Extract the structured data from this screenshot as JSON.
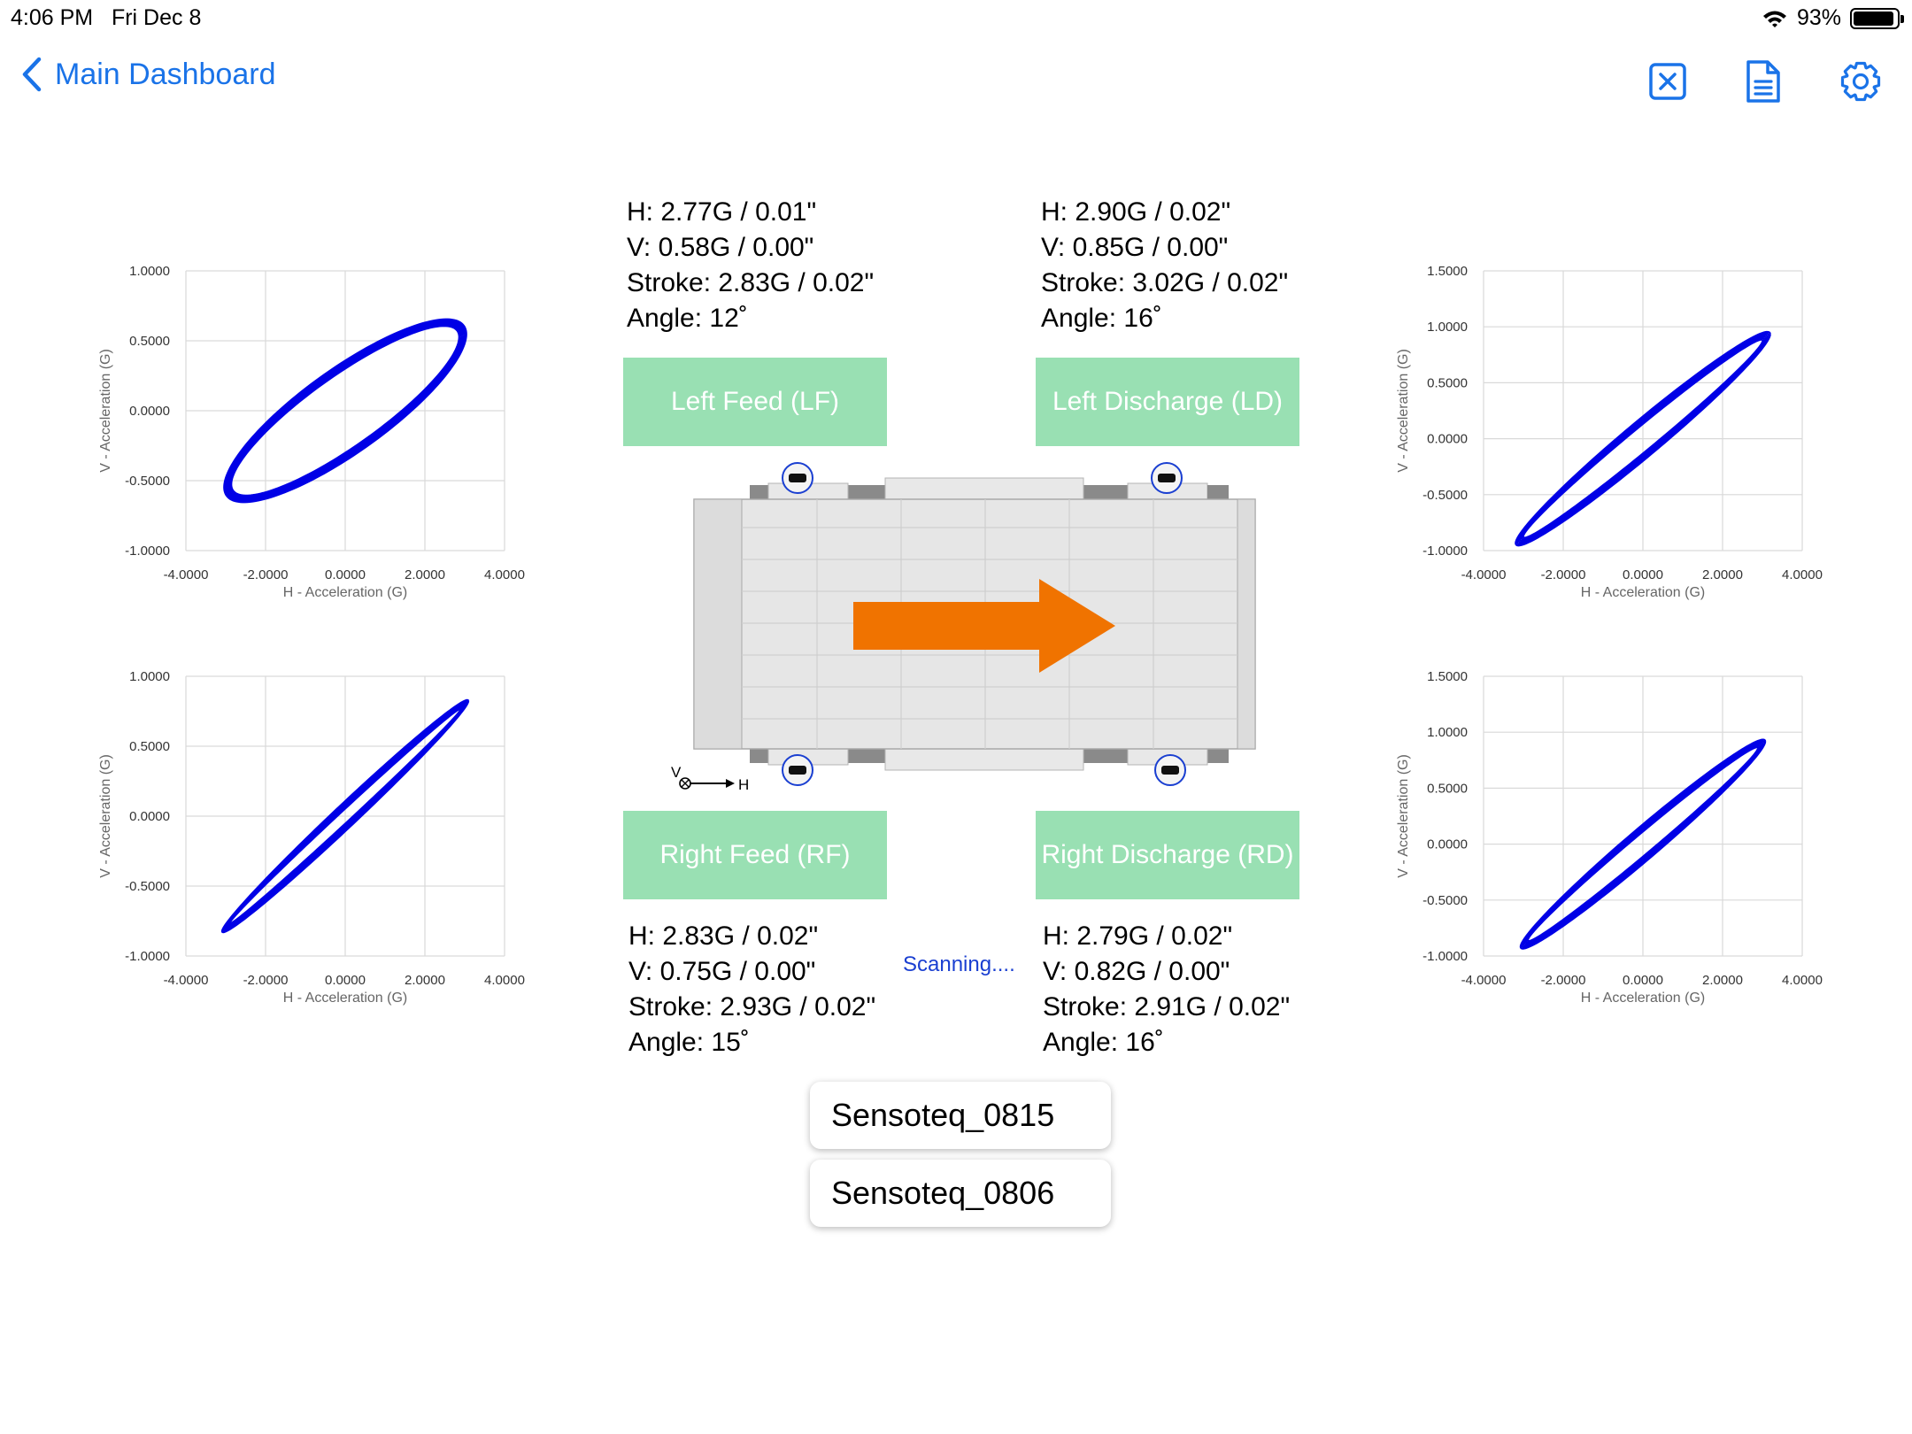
{
  "status_bar": {
    "time": "4:06 PM",
    "date": "Fri Dec 8",
    "battery": "93%",
    "battery_level": 0.93,
    "wifi_icon": "wifi-icon"
  },
  "nav": {
    "back_label": "Main Dashboard",
    "icons": [
      "close-square-icon",
      "document-icon",
      "gear-icon"
    ]
  },
  "colors": {
    "accent": "#1a73e8",
    "sensor_button": "#99e0b3",
    "arrow": "#f07300",
    "plot_line": "#0000e6"
  },
  "sensors": {
    "lf": {
      "label": "Left Feed (LF)",
      "h": "H: 2.77G / 0.01\"",
      "v": "V: 0.58G / 0.00\"",
      "stroke": "Stroke: 2.83G / 0.02\"",
      "angle": "Angle: 12˚"
    },
    "ld": {
      "label": "Left Discharge (LD)",
      "h": "H: 2.90G / 0.02\"",
      "v": "V: 0.85G / 0.00\"",
      "stroke": "Stroke: 3.02G / 0.02\"",
      "angle": "Angle: 16˚"
    },
    "rf": {
      "label": "Right Feed (RF)",
      "h": "H: 2.83G / 0.02\"",
      "v": "V: 0.75G / 0.00\"",
      "stroke": "Stroke: 2.93G / 0.02\"",
      "angle": "Angle: 15˚"
    },
    "rd": {
      "label": "Right Discharge (RD)",
      "h": "H: 2.79G / 0.02\"",
      "v": "V: 0.82G / 0.00\"",
      "stroke": "Stroke: 2.91G / 0.02\"",
      "angle": "Angle: 16˚"
    }
  },
  "scanning_text": "Scanning....",
  "axis_legend": {
    "v": "V",
    "h": "H"
  },
  "devices": [
    "Sensoteq_0815",
    "Sensoteq_0806"
  ],
  "chart_data": [
    {
      "id": "lf",
      "type": "scatter",
      "xlabel": "H - Acceleration (G)",
      "ylabel": "V - Acceleration (G)",
      "xlim": [
        -4,
        4
      ],
      "ylim": [
        -1,
        1
      ],
      "xticks": [
        "-4.0000",
        "-2.0000",
        "0.0000",
        "2.0000",
        "4.0000"
      ],
      "yticks": [
        "-1.0000",
        "-0.5000",
        "0.0000",
        "0.5000",
        "1.0000"
      ],
      "grid": true,
      "orbit": {
        "x_amp": 2.95,
        "y_amp": 0.63,
        "phase": 0.55
      }
    },
    {
      "id": "ld",
      "type": "scatter",
      "xlabel": "H - Acceleration (G)",
      "ylabel": "V - Acceleration (G)",
      "xlim": [
        -4,
        4
      ],
      "ylim": [
        -1,
        1.5
      ],
      "xticks": [
        "-4.0000",
        "-2.0000",
        "0.0000",
        "2.0000",
        "4.0000"
      ],
      "yticks": [
        "-1.0000",
        "-0.5000",
        "0.0000",
        "0.5000",
        "1.0000",
        "1.5000"
      ],
      "grid": true,
      "orbit": {
        "x_amp": 3.1,
        "y_amp": 0.92,
        "phase": 0.18
      }
    },
    {
      "id": "rf",
      "type": "scatter",
      "xlabel": "H - Acceleration (G)",
      "ylabel": "V - Acceleration (G)",
      "xlim": [
        -4,
        4
      ],
      "ylim": [
        -1,
        1
      ],
      "xticks": [
        "-4.0000",
        "-2.0000",
        "0.0000",
        "2.0000",
        "4.0000"
      ],
      "yticks": [
        "-1.0000",
        "-0.5000",
        "0.0000",
        "0.5000",
        "1.0000"
      ],
      "grid": true,
      "orbit": {
        "x_amp": 3.0,
        "y_amp": 0.8,
        "phase": 0.1
      }
    },
    {
      "id": "rd",
      "type": "scatter",
      "xlabel": "H - Acceleration (G)",
      "ylabel": "V - Acceleration (G)",
      "xlim": [
        -4,
        4
      ],
      "ylim": [
        -1,
        1.5
      ],
      "xticks": [
        "-4.0000",
        "-2.0000",
        "0.0000",
        "2.0000",
        "4.0000"
      ],
      "yticks": [
        "-1.0000",
        "-0.5000",
        "0.0000",
        "0.5000",
        "1.0000",
        "1.5000"
      ],
      "grid": true,
      "orbit": {
        "x_amp": 2.98,
        "y_amp": 0.9,
        "phase": 0.16
      }
    }
  ]
}
